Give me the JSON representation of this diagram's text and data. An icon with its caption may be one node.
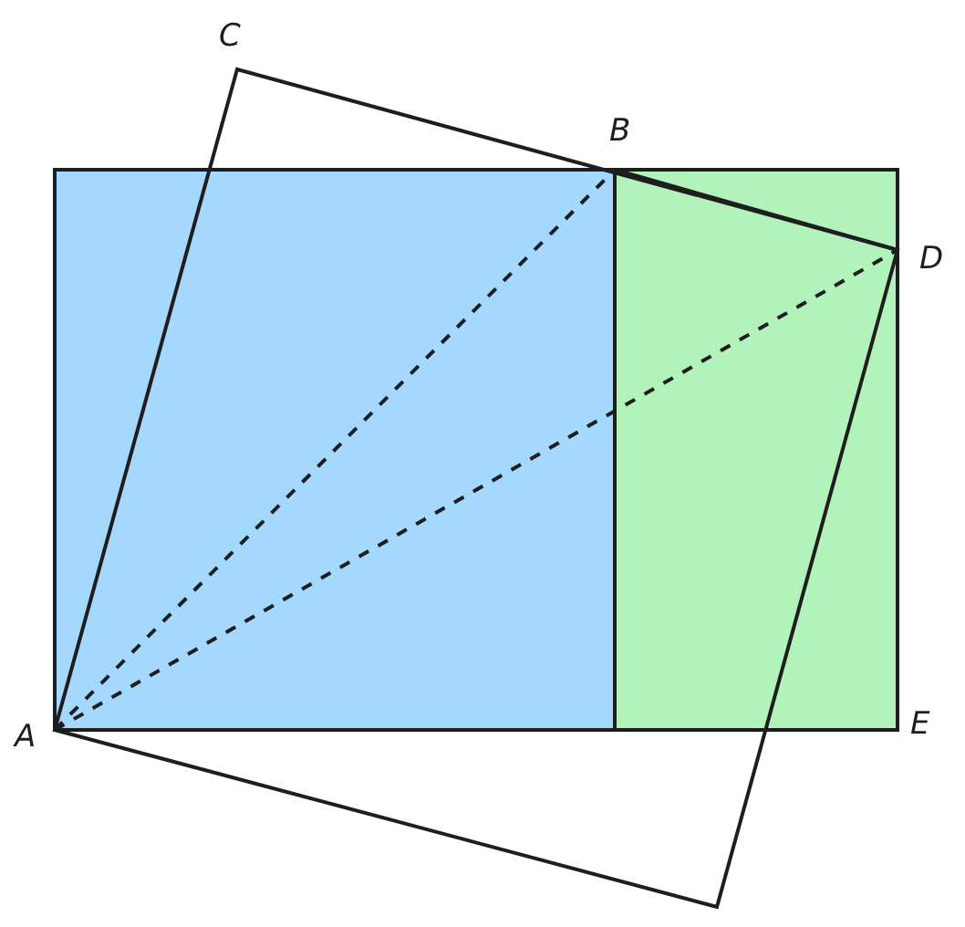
{
  "diagram": {
    "labels": [
      "C",
      "B",
      "D",
      "A",
      "E"
    ]
  }
}
